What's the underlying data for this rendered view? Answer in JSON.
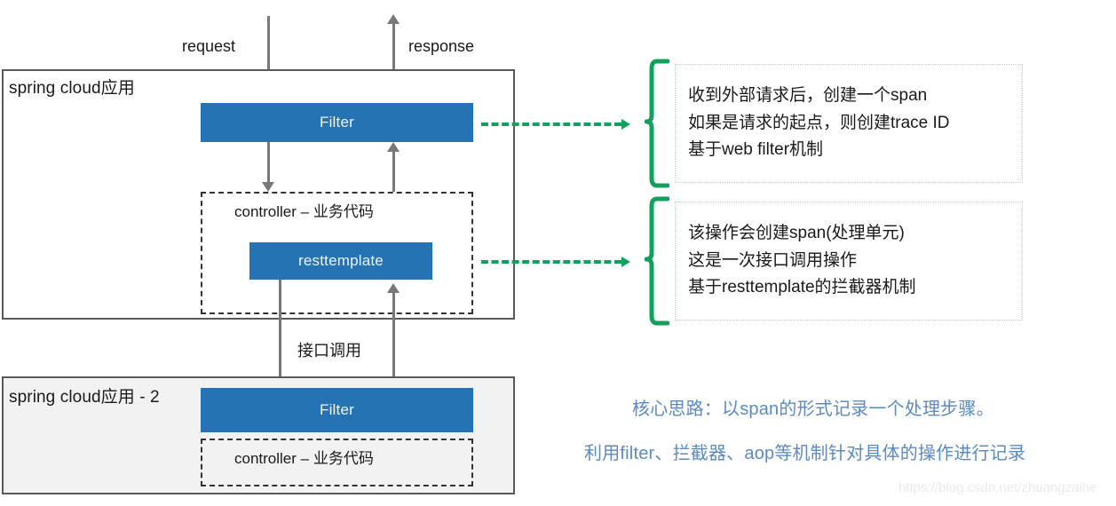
{
  "diagram": {
    "title_flows": {
      "request": "request",
      "response": "response",
      "interface_call": "接口调用"
    },
    "app1": {
      "label": "spring cloud应用",
      "filter_label": "Filter",
      "controller_label": "controller – 业务代码",
      "resttemplate_label": "resttemplate"
    },
    "app2": {
      "label": "spring cloud应用 - 2",
      "filter_label": "Filter",
      "controller_label": "controller – 业务代码"
    },
    "notes": [
      {
        "id": "filter-note",
        "lines": [
          "收到外部请求后，创建一个span",
          "如果是请求的起点，则创建trace ID",
          "基于web filter机制"
        ]
      },
      {
        "id": "resttemplate-note",
        "lines": [
          "该操作会创建span(处理单元)",
          "这是一次接口调用操作",
          "基于resttemplate的拦截器机制"
        ]
      }
    ],
    "summary": {
      "line1": "核心思路：以span的形式记录一个处理步骤。",
      "line2": "利用filter、拦截器、aop等机制针对具体的操作进行记录"
    },
    "watermark": "https://blog.csdn.net/zhuangzaihe",
    "colors": {
      "blue_box": "#2572b5",
      "green_accent": "#13a05c",
      "summary_text": "#5b8ac4",
      "app2_fill": "#f2f2f2",
      "arrow_gray": "#787878",
      "border_gray": "#595959"
    }
  }
}
